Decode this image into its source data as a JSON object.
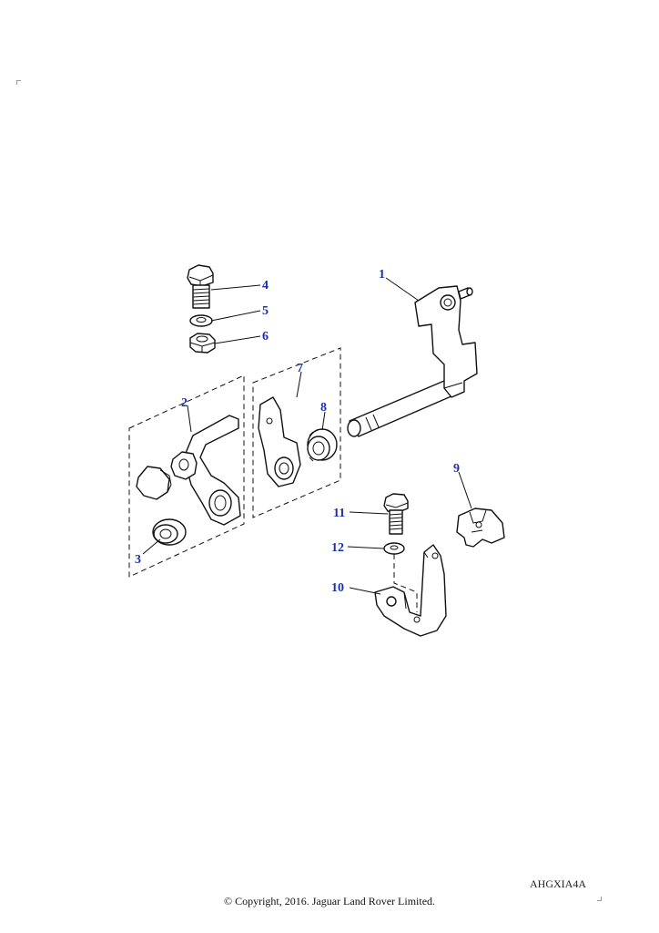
{
  "colors": {
    "callout": "#1a2fb0",
    "line": "#111111",
    "background": "#ffffff"
  },
  "callouts": [
    "1",
    "2",
    "3",
    "4",
    "5",
    "6",
    "7",
    "8",
    "9",
    "10",
    "11",
    "12"
  ],
  "reference_code": "AHGXIA4A",
  "copyright": "© Copyright, 2016. Jaguar Land Rover Limited."
}
